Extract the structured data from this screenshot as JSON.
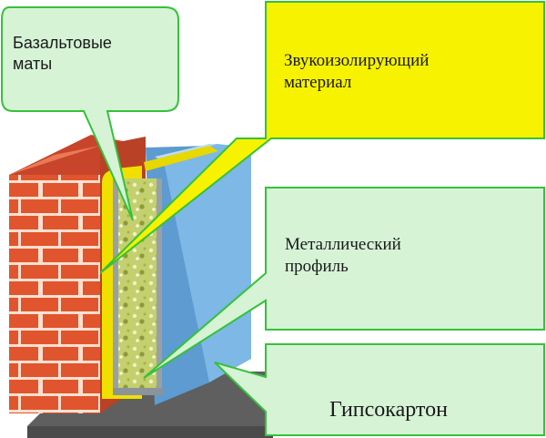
{
  "labels": {
    "basalt": [
      "Базальтовые",
      "маты"
    ],
    "sound": [
      "Звукоизолирующий",
      "материал"
    ],
    "metal": [
      "Металлический",
      "профиль"
    ],
    "gypsum": "Гипсокартон"
  },
  "colors": {
    "callout_green": "#d6f3d6",
    "callout_yellow": "#f6f200",
    "callout_border": "#35c23a",
    "brick": "#e0552d",
    "mortar": "#fbe0d0",
    "wall_blue": "#7db8e6",
    "insulation": "#c4cf6e",
    "floor": "#5f5f5f"
  }
}
